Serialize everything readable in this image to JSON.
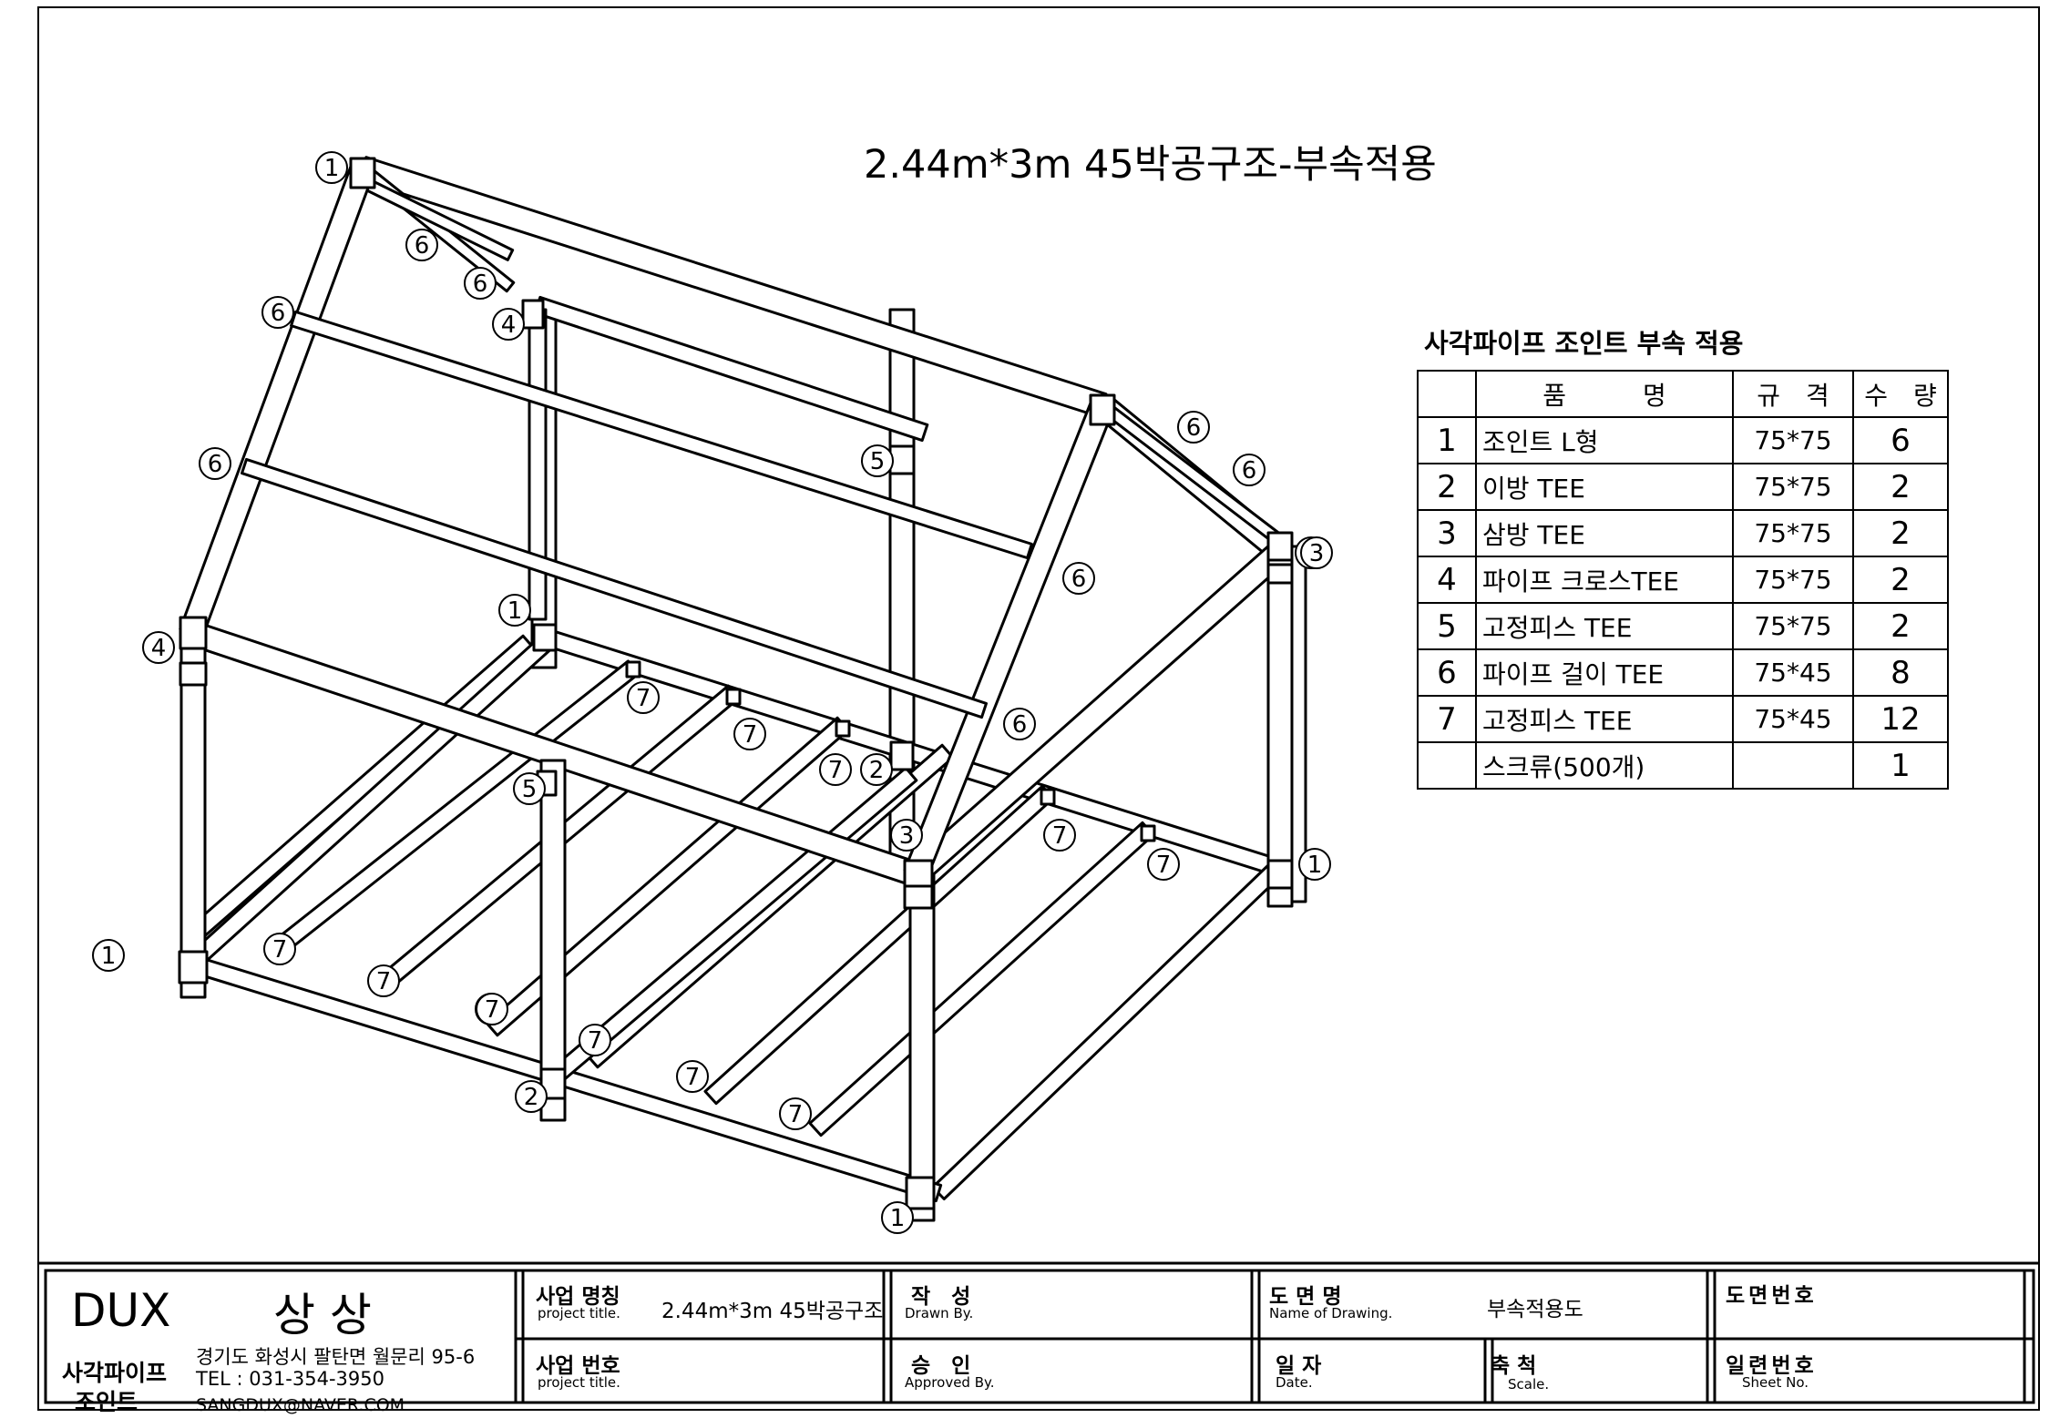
{
  "title": "2.44m*3m 45박공구조-부속적용",
  "parts_table": {
    "heading": "사각파이프 조인트 부속 적용",
    "headers": {
      "name": "품　　　명",
      "spec": "규　격",
      "qty": "수　량"
    },
    "rows": [
      {
        "no": "1",
        "name": "조인트 L형",
        "spec": "75*75",
        "qty": "6"
      },
      {
        "no": "2",
        "name": "이방 TEE",
        "spec": "75*75",
        "qty": "2"
      },
      {
        "no": "3",
        "name": "삼방 TEE",
        "spec": "75*75",
        "qty": "2"
      },
      {
        "no": "4",
        "name": "파이프 크로스TEE",
        "spec": "75*75",
        "qty": "2"
      },
      {
        "no": "5",
        "name": "고정피스 TEE",
        "spec": "75*75",
        "qty": "2"
      },
      {
        "no": "6",
        "name": "파이프 걸이 TEE",
        "spec": "75*45",
        "qty": "8"
      },
      {
        "no": "7",
        "name": "고정피스 TEE",
        "spec": "75*45",
        "qty": "12"
      },
      {
        "no": "",
        "name": "스크류(500개)",
        "spec": "",
        "qty": "1"
      }
    ]
  },
  "callouts": [
    "1",
    "1",
    "1",
    "1",
    "1",
    "1",
    "2",
    "2",
    "3",
    "3",
    "4",
    "4",
    "5",
    "5",
    "6",
    "6",
    "6",
    "6",
    "6",
    "6",
    "6",
    "6",
    "7",
    "7",
    "7",
    "7",
    "7",
    "7",
    "7",
    "7",
    "7",
    "7",
    "7",
    "7"
  ],
  "title_block": {
    "brand": "DUX",
    "company_name": "상 상",
    "company_type_line1": "사각파이프",
    "company_type_line2": "조인트",
    "address": "경기도 화성시 팔탄면 월문리 95-6",
    "tel": "TEL : 031-354-3950",
    "email": "SANGDUX@NAVER.COM",
    "project_name_label": "사업 명칭",
    "project_name_sub": "project title.",
    "project_name_value": "2.44m*3m 45박공구조",
    "project_no_label": "사업 번호",
    "project_no_sub": "project title.",
    "drawn_label": "작　성",
    "drawn_sub": "Drawn By.",
    "approved_label": "승　인",
    "approved_sub": "Approved By.",
    "drawing_name_label": "도 면 명",
    "drawing_name_sub": "Name of Drawing.",
    "drawing_name_value": "부속적용도",
    "date_label": "일 자",
    "date_sub": "Date.",
    "scale_label": "축 척",
    "scale_sub": "Scale.",
    "drawing_no_label": "도면번호",
    "sheet_no_label": "일련번호",
    "sheet_no_sub": "Sheet No."
  },
  "colors": {
    "line": "#000000",
    "background": "#ffffff"
  }
}
